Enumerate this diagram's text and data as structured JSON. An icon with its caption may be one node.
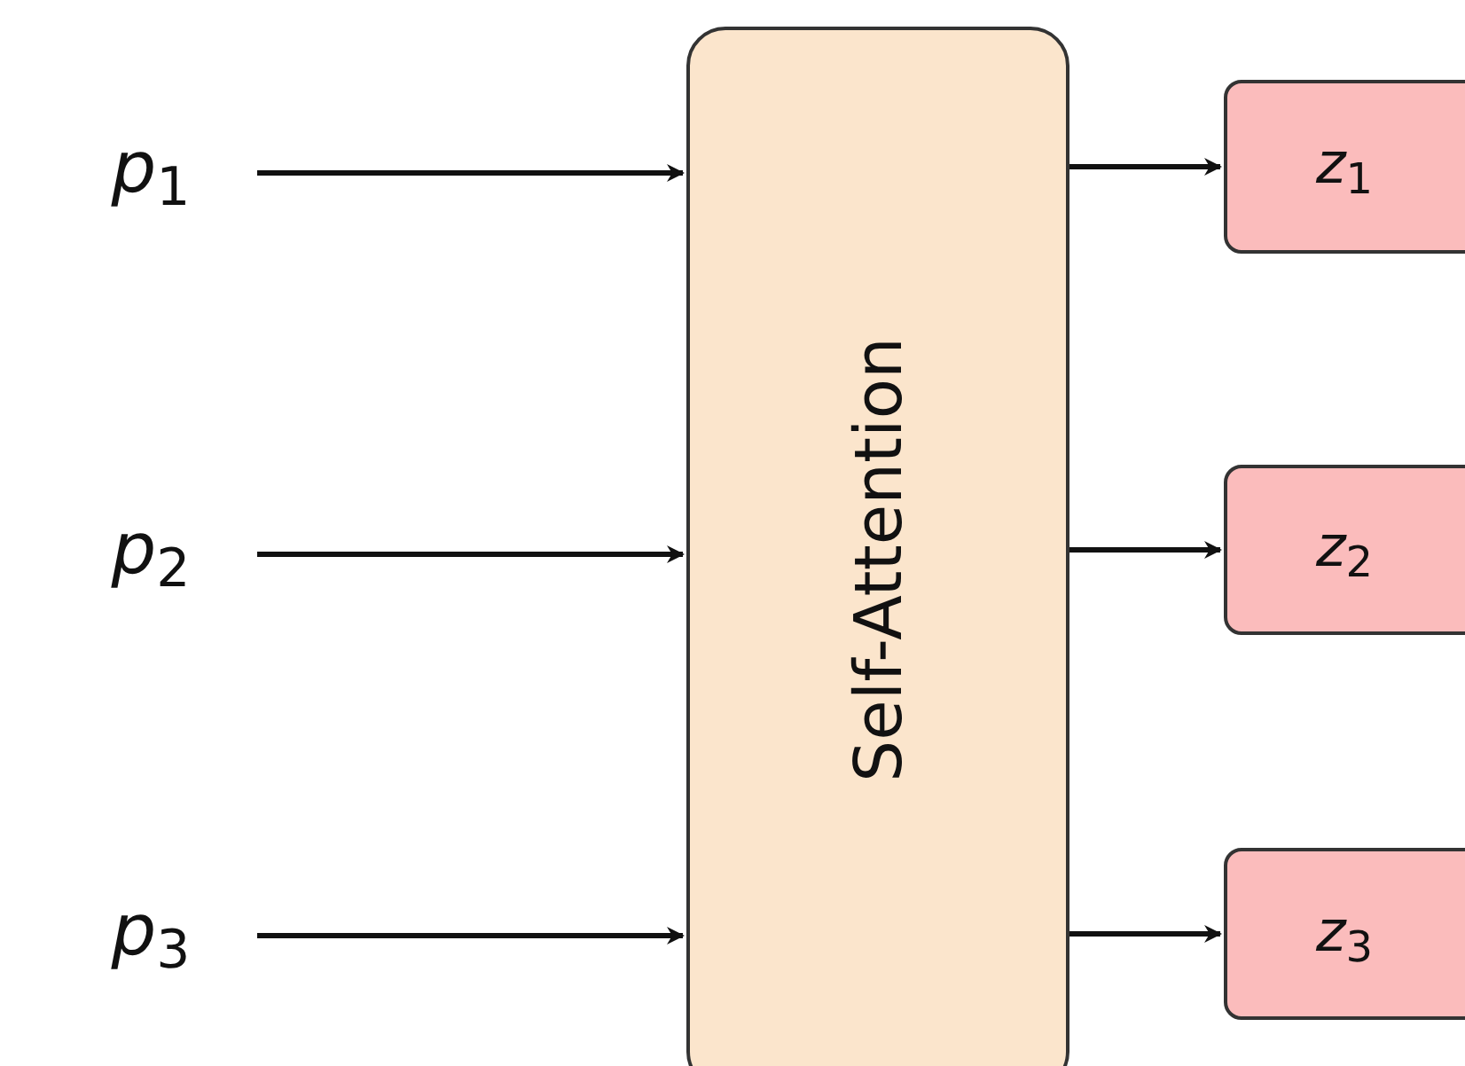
{
  "diagram": {
    "nodes": [
      {
        "text": [
          "*p*$_{1}$"
        ]
      },
      {
        "text": [
          "*p*$_{2}$"
        ]
      },
      {
        "text": [
          "*p*$_{3}$"
        ]
      },
      {
        "text": [
          "Self-Attention"
        ]
      },
      {
        "text": [
          "*z*$_{1}$"
        ]
      },
      {
        "text": [
          "*z*$_{2}$"
        ]
      },
      {
        "text": [
          "*z*$_{3}$"
        ]
      }
    ],
    "edges": [
      {
        "from": 0,
        "to": 3,
        "arrow": "to"
      },
      {
        "from": 1,
        "to": 3,
        "arrow": "to"
      },
      {
        "from": 2,
        "to": 3,
        "arrow": "to"
      },
      {
        "from": 3,
        "to": 4,
        "arrow": "to"
      },
      {
        "from": 3,
        "to": 5,
        "arrow": "to"
      },
      {
        "from": 3,
        "to": 6,
        "arrow": "to"
      }
    ]
  }
}
